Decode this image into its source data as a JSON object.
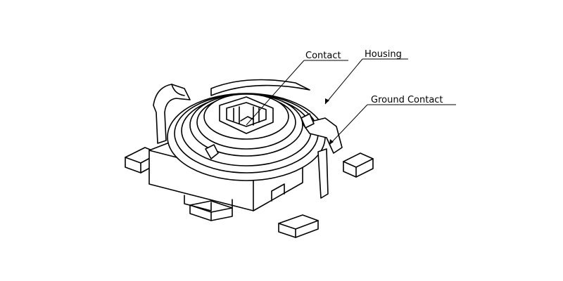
{
  "labels": {
    "contact": "Contact",
    "housing": "Housing",
    "ground_contact": "Ground Contact"
  }
}
